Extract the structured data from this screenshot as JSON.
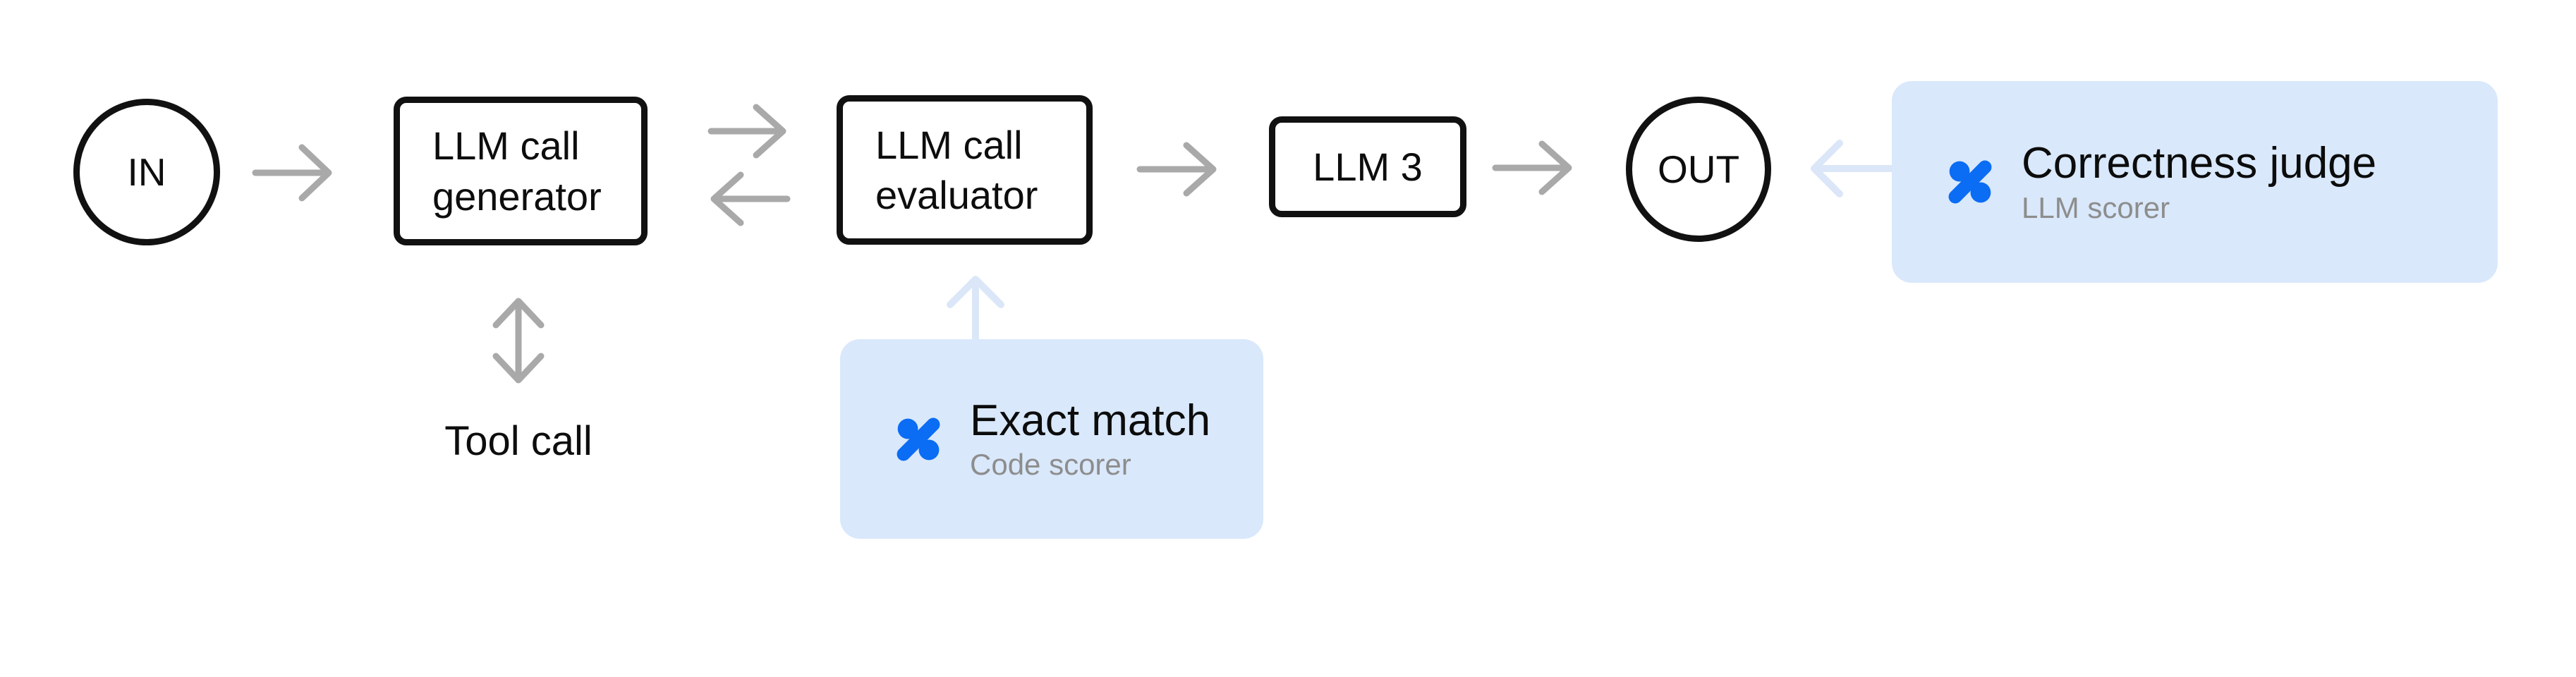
{
  "diagram": {
    "nodes": {
      "in": {
        "label": "IN",
        "shape": "circle"
      },
      "generator": {
        "label": "LLM call generator",
        "shape": "rect"
      },
      "evaluator": {
        "label": "LLM call evaluator",
        "shape": "rect"
      },
      "llm3": {
        "label": "LLM 3",
        "shape": "rect"
      },
      "out": {
        "label": "OUT",
        "shape": "circle"
      }
    },
    "annotations": {
      "tool_call": {
        "label": "Tool call"
      }
    },
    "scorers": {
      "exact_match": {
        "title": "Exact match",
        "subtitle": "Code scorer",
        "icon": "percent-icon"
      },
      "correctness_judge": {
        "title": "Correctness judge",
        "subtitle": "LLM scorer",
        "icon": "percent-icon"
      }
    },
    "edges": [
      {
        "from": "in",
        "to": "generator",
        "color": "gray",
        "direction": "right"
      },
      {
        "from": "generator",
        "to": "evaluator",
        "color": "gray",
        "direction": "right"
      },
      {
        "from": "evaluator",
        "to": "generator",
        "color": "gray",
        "direction": "left"
      },
      {
        "from": "evaluator",
        "to": "llm3",
        "color": "gray",
        "direction": "right"
      },
      {
        "from": "llm3",
        "to": "out",
        "color": "gray",
        "direction": "right"
      },
      {
        "from": "generator",
        "to": "tool_call",
        "color": "gray",
        "direction": "both-vertical"
      },
      {
        "from": "exact_match",
        "to": "evaluator",
        "color": "light-blue",
        "direction": "up"
      },
      {
        "from": "correctness_judge",
        "to": "out",
        "color": "light-blue",
        "direction": "left"
      }
    ],
    "colors": {
      "background": "#ffffff",
      "node_border": "#111111",
      "text_black": "#0d0d0d",
      "edge_gray": "#a9a9a9",
      "edge_light_blue": "#dbe7f8",
      "card_background": "#d9e8fb",
      "icon_blue": "#0b6cf4",
      "subtitle_gray": "#8d8d8d"
    }
  }
}
